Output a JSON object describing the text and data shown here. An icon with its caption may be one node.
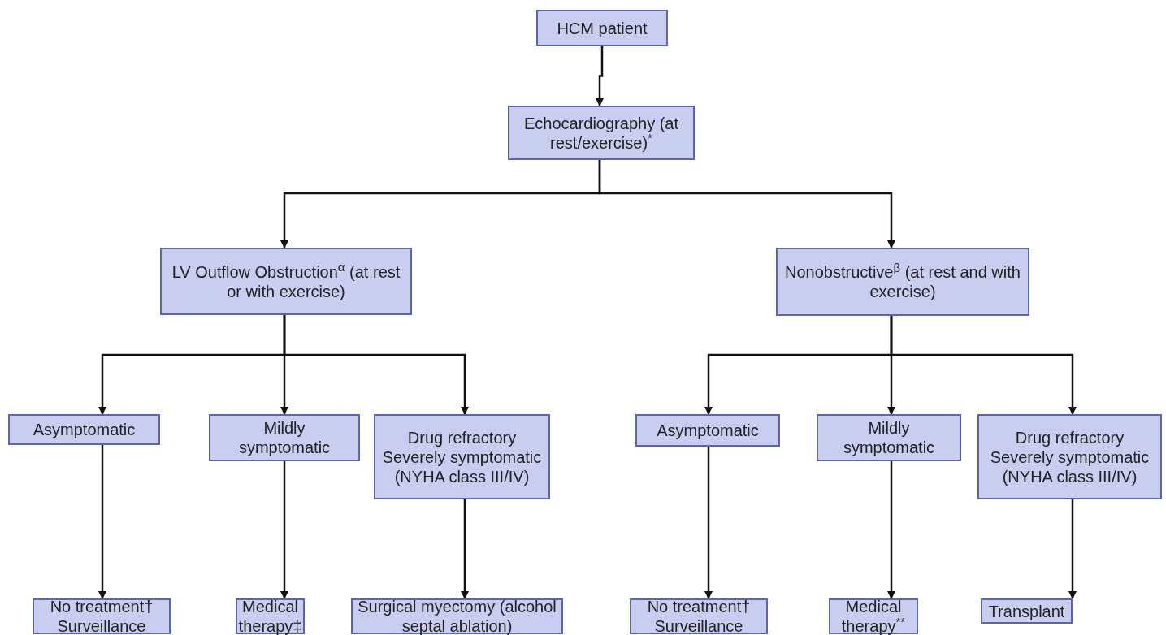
{
  "diagram": {
    "nodes": [
      {
        "text": [
          "HCM patient"
        ]
      },
      {
        "text": [
          "Echocardiography (at rest/exercise)$^{*}$"
        ]
      },
      {
        "text": [
          "LV Outflow Obstruction$^{α}$ (at rest or with exercise)"
        ]
      },
      {
        "text": [
          "Nonobstructive$^{β}$ (at rest and with exercise)"
        ]
      },
      {
        "text": [
          "Asymptomatic"
        ]
      },
      {
        "text": [
          "Mildly symptomatic"
        ]
      },
      {
        "text": [
          "Drug refractory Severely symptomatic (NYHA class III/IV)"
        ]
      },
      {
        "text": [
          "Asymptomatic"
        ]
      },
      {
        "text": [
          "Mildly symptomatic"
        ]
      },
      {
        "text": [
          "Drug refractory Severely symptomatic (NYHA class III/IV)"
        ]
      },
      {
        "text": [
          "No treatment† Surveillance"
        ]
      },
      {
        "text": [
          "Medical therapy‡"
        ]
      },
      {
        "text": [
          "Surgical myectomy (alcohol septal ablation)"
        ]
      },
      {
        "text": [
          "No treatment† Surveillance"
        ]
      },
      {
        "text": [
          "Medical therapy$^{**}$"
        ]
      },
      {
        "text": [
          "Transplant"
        ]
      }
    ],
    "edges": [
      {
        "from": 0,
        "to": 1,
        "arrow": "to"
      },
      {
        "from": 1,
        "to": 2,
        "arrow": "to"
      },
      {
        "from": 1,
        "to": 3,
        "arrow": "to"
      },
      {
        "from": 2,
        "to": 4,
        "arrow": "to"
      },
      {
        "from": 2,
        "to": 5,
        "arrow": "to"
      },
      {
        "from": 2,
        "to": 6,
        "arrow": "to"
      },
      {
        "from": 3,
        "to": 7,
        "arrow": "to"
      },
      {
        "from": 3,
        "to": 8,
        "arrow": "to"
      },
      {
        "from": 3,
        "to": 9,
        "arrow": "to"
      },
      {
        "from": 4,
        "to": 10,
        "arrow": "to"
      },
      {
        "from": 5,
        "to": 11,
        "arrow": "to"
      },
      {
        "from": 6,
        "to": 12,
        "arrow": "to"
      },
      {
        "from": 7,
        "to": 13,
        "arrow": "to"
      },
      {
        "from": 8,
        "to": 14,
        "arrow": "to"
      },
      {
        "from": 9,
        "to": 15,
        "arrow": "to"
      }
    ]
  }
}
